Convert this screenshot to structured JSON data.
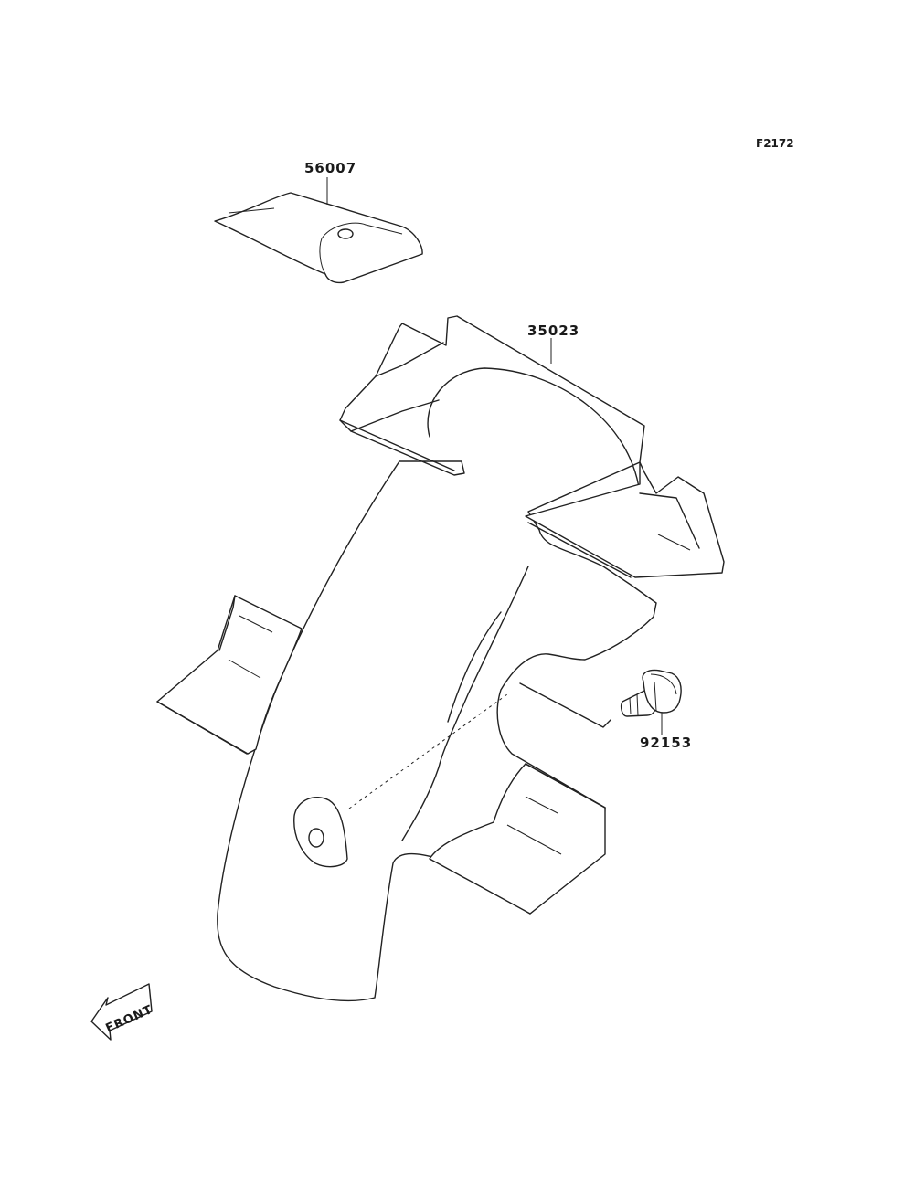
{
  "figure": {
    "code": "F2172"
  },
  "parts": [
    {
      "number": "56007"
    },
    {
      "number": "35023"
    },
    {
      "number": "92153"
    }
  ],
  "orientation": {
    "label": "FRONT"
  }
}
